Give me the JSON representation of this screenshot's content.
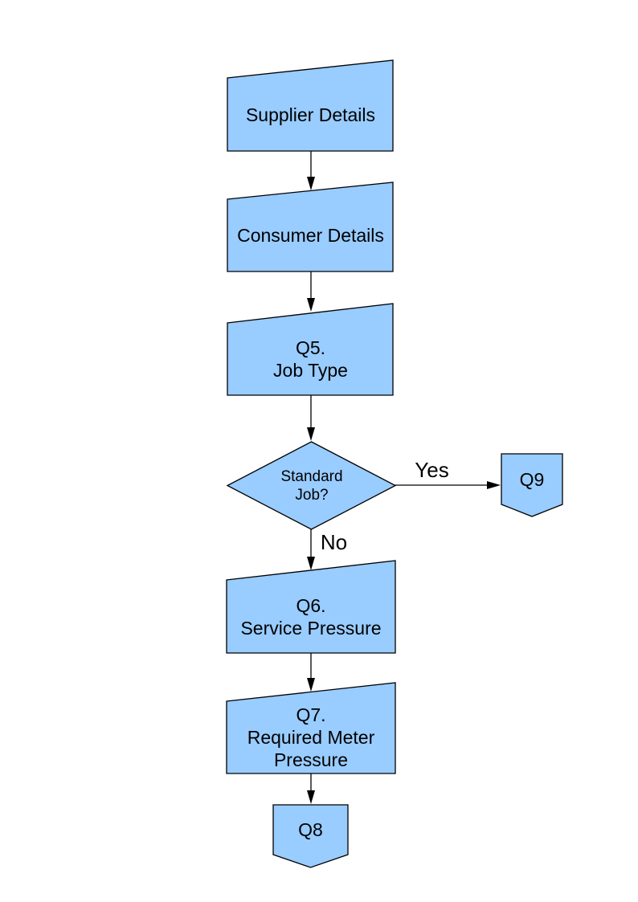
{
  "diagram": {
    "type": "flowchart",
    "fill_color": "#99ccff",
    "stroke_color": "#000000",
    "text_color": "#000000",
    "nodes": {
      "supplier": {
        "label": "Supplier Details",
        "shape": "manual-input"
      },
      "consumer": {
        "label": "Consumer Details",
        "shape": "manual-input"
      },
      "q5": {
        "label": "Q5.\nJob Type",
        "shape": "manual-input"
      },
      "decision": {
        "label": "Standard\nJob?",
        "shape": "decision-diamond"
      },
      "q9": {
        "label": "Q9",
        "shape": "off-page-connector"
      },
      "q6": {
        "label": "Q6.\nService Pressure",
        "shape": "manual-input"
      },
      "q7": {
        "label": "Q7.\nRequired Meter\nPressure",
        "shape": "manual-input"
      },
      "q8": {
        "label": "Q8",
        "shape": "off-page-connector"
      }
    },
    "edges": {
      "supplier_to_consumer": {
        "from": "supplier",
        "to": "consumer",
        "label": ""
      },
      "consumer_to_q5": {
        "from": "consumer",
        "to": "q5",
        "label": ""
      },
      "q5_to_decision": {
        "from": "q5",
        "to": "decision",
        "label": ""
      },
      "decision_to_q9": {
        "from": "decision",
        "to": "q9",
        "label": "Yes"
      },
      "decision_to_q6": {
        "from": "decision",
        "to": "q6",
        "label": "No"
      },
      "q6_to_q7": {
        "from": "q6",
        "to": "q7",
        "label": ""
      },
      "q7_to_q8": {
        "from": "q7",
        "to": "q8",
        "label": ""
      }
    }
  }
}
